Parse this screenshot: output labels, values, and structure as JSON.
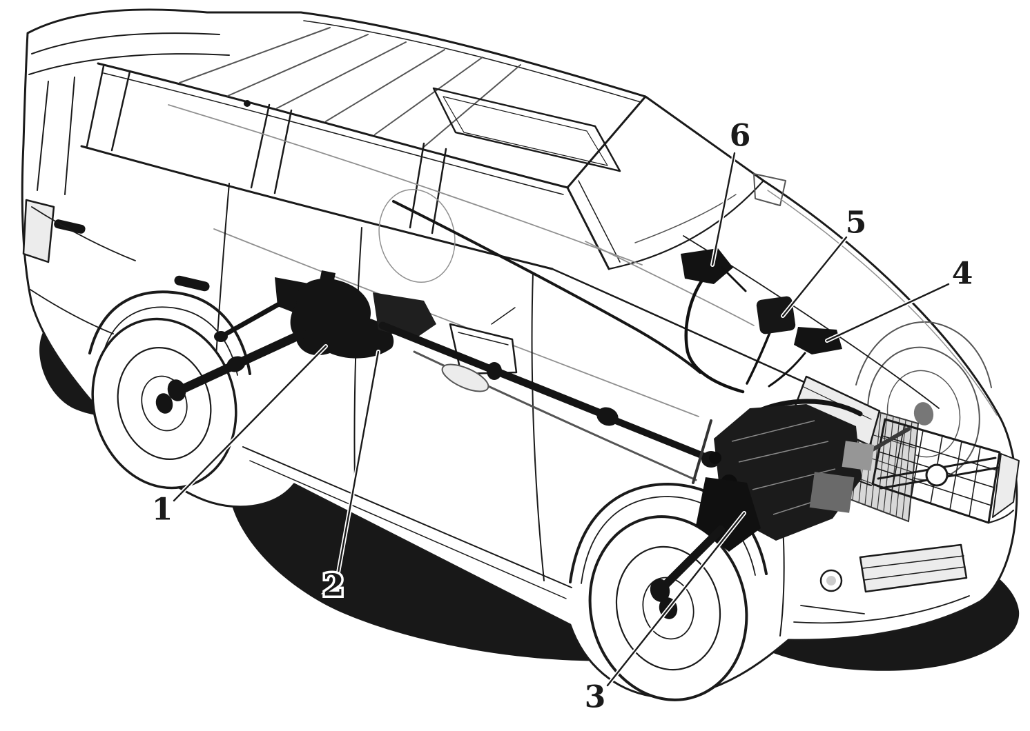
{
  "figure": {
    "description": "Black-and-white cutaway technical diagram of an SUV showing the all-wheel-drive drivetrain components with numbered callouts",
    "colors": {
      "paper": "#ffffff",
      "ink": "#1a1a1a",
      "component": "#141414",
      "shadow": "#181818"
    },
    "callouts": [
      {
        "label": "1"
      },
      {
        "label": "2"
      },
      {
        "label": "3"
      },
      {
        "label": "4"
      },
      {
        "label": "5"
      },
      {
        "label": "6"
      }
    ]
  }
}
